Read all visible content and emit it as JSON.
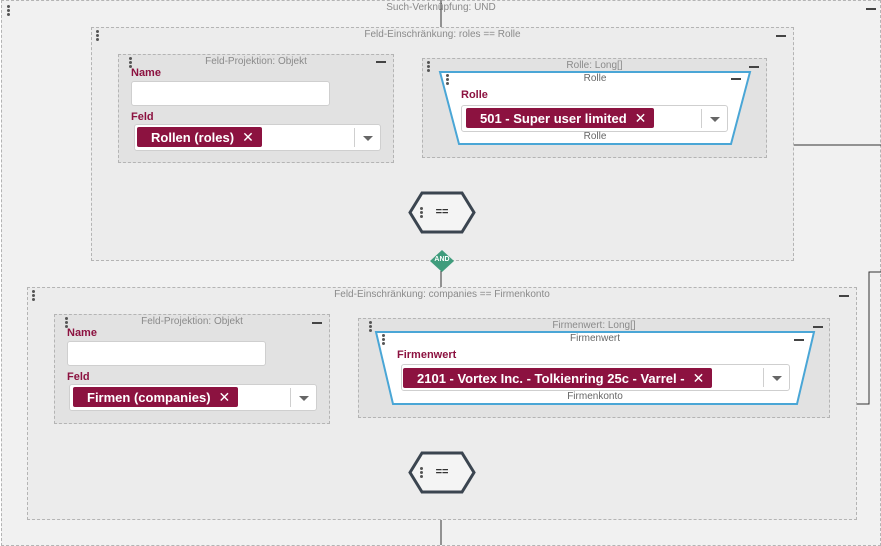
{
  "root": {
    "title": "Such-Verknüpfung: UND"
  },
  "group1": {
    "title": "Feld-Einschränkung: roles == Rolle",
    "projection": {
      "title": "Feld-Projektion: Objekt",
      "name_label": "Name",
      "name_value": "",
      "field_label": "Feld",
      "field_chip": "Rollen (roles)"
    },
    "value_box": {
      "title": "Rolle: Long[]",
      "card_title": "Rolle",
      "field_label": "Rolle",
      "chip": "501 - Super user limited",
      "footer": "Rolle"
    },
    "operator": "=="
  },
  "and_badge": "AND",
  "group2": {
    "title": "Feld-Einschränkung: companies == Firmenkonto",
    "projection": {
      "title": "Feld-Projektion: Objekt",
      "name_label": "Name",
      "name_value": "",
      "field_label": "Feld",
      "field_chip": "Firmen (companies)"
    },
    "value_box": {
      "title": "Firmenwert: Long[]",
      "card_title": "Firmenwert",
      "field_label": "Firmenwert",
      "chip": "2101 - Vortex Inc. - Tolkienring 25c - Varrel -",
      "footer": "Firmenkonto"
    },
    "operator": "=="
  },
  "colors": {
    "accent": "#8c1240",
    "focus": "#4aa6d6",
    "and": "#3f9c7c"
  },
  "icons": {
    "drag": "drag-handle-icon",
    "collapse": "minus-icon",
    "remove": "close-icon",
    "dropdown": "chevron-down-icon"
  }
}
